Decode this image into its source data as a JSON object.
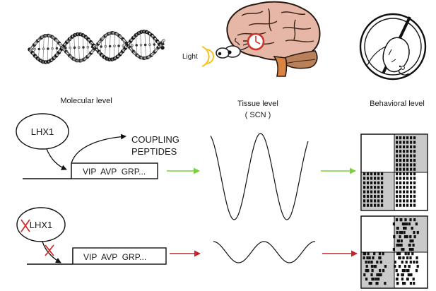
{
  "levels": {
    "molecular": "Molecular level",
    "tissue": "Tissue level",
    "tissue_sub": "( SCN )",
    "behavioral": "Behavioral level"
  },
  "light_label": "Light",
  "top_row": {
    "factor": "LHX1",
    "output_line1": "COUPLING",
    "output_line2": "PEPTIDES",
    "genes": "VIP  AVP  GRP...",
    "arrow_color": "#7bd13a",
    "rhythm_amplitude": "high"
  },
  "bottom_row": {
    "factor": "LHX1",
    "genes": "VIP  AVP  GRP...",
    "arrow_color": "#c0262c",
    "knockout_mark_color": "#d42a2a",
    "rhythm_amplitude": "low"
  },
  "colors": {
    "brain": "#e6b7a6",
    "cerebellum": "#b9805a",
    "brainstem": "#d88544",
    "light_ray": "#f4c21b",
    "clock_ring": "#d0332c",
    "actogram_shade": "#c9c9c9"
  },
  "icons": [
    "dna-helix-icon",
    "brain-icon",
    "eye-icon",
    "clock-icon",
    "mouse-wheel-icon",
    "actogram-icon"
  ]
}
